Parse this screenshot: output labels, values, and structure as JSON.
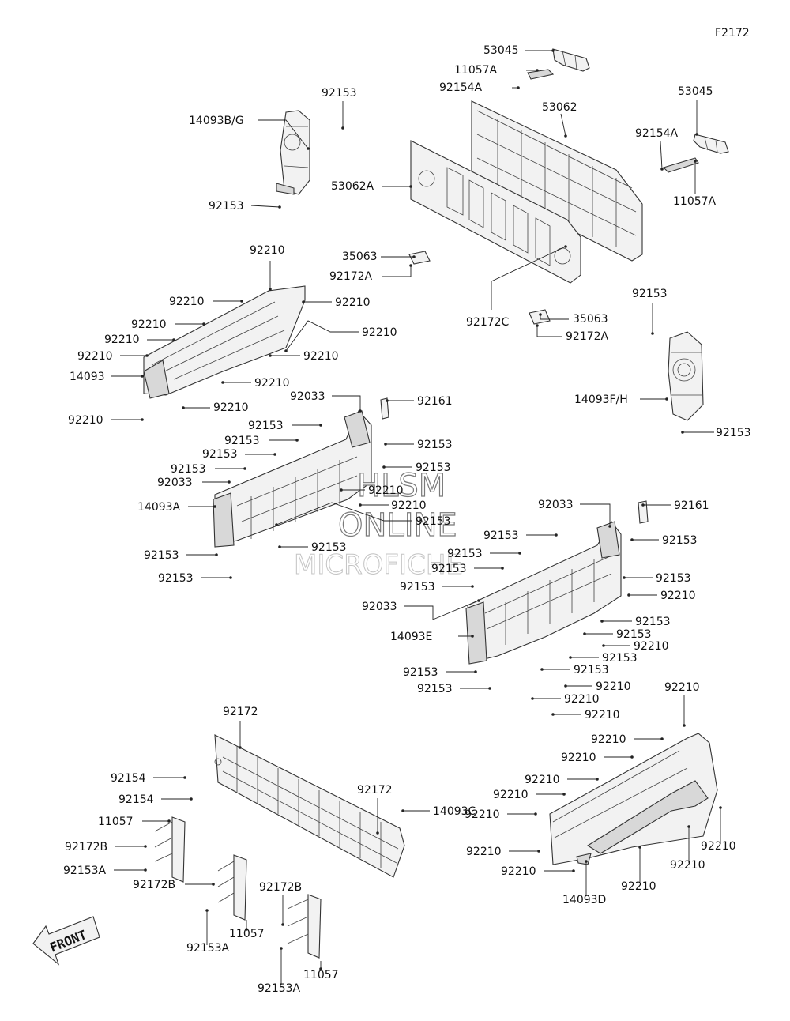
{
  "diagram_code": "F2172",
  "watermark": {
    "line1": "HLSM",
    "line2": "ONLINE",
    "line3": "MICROFICHE"
  },
  "front_label": "FRONT",
  "callouts": [
    {
      "text": "53045"
    },
    {
      "text": "11057A"
    },
    {
      "text": "92154A"
    },
    {
      "text": "53062"
    },
    {
      "text": "53045"
    },
    {
      "text": "92154A"
    },
    {
      "text": "11057A"
    },
    {
      "text": "92153"
    },
    {
      "text": "14093B/G"
    },
    {
      "text": "92153"
    },
    {
      "text": "53062A"
    },
    {
      "text": "35063"
    },
    {
      "text": "92172A"
    },
    {
      "text": "92172C"
    },
    {
      "text": "35063"
    },
    {
      "text": "92172A"
    },
    {
      "text": "92153"
    },
    {
      "text": "14093F/H"
    },
    {
      "text": "92153"
    },
    {
      "text": "92210"
    },
    {
      "text": "92210"
    },
    {
      "text": "92210"
    },
    {
      "text": "92210"
    },
    {
      "text": "92210"
    },
    {
      "text": "92210"
    },
    {
      "text": "92210"
    },
    {
      "text": "92210"
    },
    {
      "text": "14093"
    },
    {
      "text": "92210"
    },
    {
      "text": "92210"
    },
    {
      "text": "92210"
    },
    {
      "text": "92033"
    },
    {
      "text": "92161"
    },
    {
      "text": "92153"
    },
    {
      "text": "92153"
    },
    {
      "text": "92153"
    },
    {
      "text": "92153"
    },
    {
      "text": "92153"
    },
    {
      "text": "92153"
    },
    {
      "text": "92033"
    },
    {
      "text": "92210"
    },
    {
      "text": "14093A"
    },
    {
      "text": "92210"
    },
    {
      "text": "92153"
    },
    {
      "text": "92153"
    },
    {
      "text": "92153"
    },
    {
      "text": "92153"
    },
    {
      "text": "92033"
    },
    {
      "text": "92161"
    },
    {
      "text": "92153"
    },
    {
      "text": "92153"
    },
    {
      "text": "92153"
    },
    {
      "text": "92153"
    },
    {
      "text": "92153"
    },
    {
      "text": "92153"
    },
    {
      "text": "92210"
    },
    {
      "text": "92033"
    },
    {
      "text": "14093E"
    },
    {
      "text": "92153"
    },
    {
      "text": "92153"
    },
    {
      "text": "92210"
    },
    {
      "text": "92153"
    },
    {
      "text": "92153"
    },
    {
      "text": "92153"
    },
    {
      "text": "92210"
    },
    {
      "text": "92153"
    },
    {
      "text": "92210"
    },
    {
      "text": "92210"
    },
    {
      "text": "92172"
    },
    {
      "text": "92154"
    },
    {
      "text": "92154"
    },
    {
      "text": "92172"
    },
    {
      "text": "11057"
    },
    {
      "text": "14093C"
    },
    {
      "text": "92172B"
    },
    {
      "text": "92153A"
    },
    {
      "text": "92172B"
    },
    {
      "text": "92172B"
    },
    {
      "text": "11057"
    },
    {
      "text": "92153A"
    },
    {
      "text": "11057"
    },
    {
      "text": "92153A"
    },
    {
      "text": "92210"
    },
    {
      "text": "92210"
    },
    {
      "text": "92210"
    },
    {
      "text": "92210"
    },
    {
      "text": "92210"
    },
    {
      "text": "92210"
    },
    {
      "text": "92210"
    },
    {
      "text": "92210"
    },
    {
      "text": "92210"
    },
    {
      "text": "92210"
    },
    {
      "text": "92210"
    },
    {
      "text": "14093D"
    }
  ]
}
